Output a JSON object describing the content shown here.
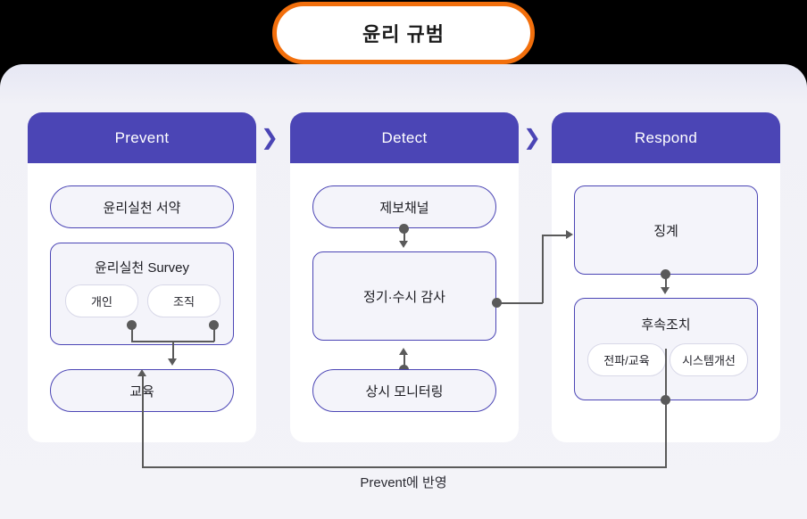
{
  "title": {
    "text": "윤리 규범",
    "border_color": "#f26f0c"
  },
  "theme": {
    "header_purple": "#4b45b5",
    "panel_bg": "#f3f3f8",
    "card_bg": "#ffffff",
    "node_fill": "#f4f4fa",
    "node_border": "#4b45b5",
    "connector": "#5a5a5a"
  },
  "columns": [
    {
      "id": "prevent",
      "header": "Prevent",
      "nodes": [
        {
          "name": "pledge",
          "label": "윤리실천 서약"
        },
        {
          "name": "survey",
          "label": "윤리실천 Survey",
          "subitems": [
            {
              "label": "개인"
            },
            {
              "label": "조직"
            }
          ]
        },
        {
          "name": "education",
          "label": "교육"
        }
      ]
    },
    {
      "id": "detect",
      "header": "Detect",
      "nodes": [
        {
          "name": "report-channel",
          "label": "제보채널"
        },
        {
          "name": "audit",
          "label": "정기·수시 감사"
        },
        {
          "name": "monitoring",
          "label": "상시 모니터링"
        }
      ]
    },
    {
      "id": "respond",
      "header": "Respond",
      "nodes": [
        {
          "name": "discipline",
          "label": "징계"
        },
        {
          "name": "followup",
          "label": "후속조치",
          "subitems": [
            {
              "label": "전파/교육"
            },
            {
              "label": "시스템개선"
            }
          ]
        }
      ]
    }
  ],
  "chevrons": [
    {
      "glyph": "❯"
    },
    {
      "glyph": "❯"
    }
  ],
  "feedback": {
    "label": "Prevent에 반영"
  }
}
